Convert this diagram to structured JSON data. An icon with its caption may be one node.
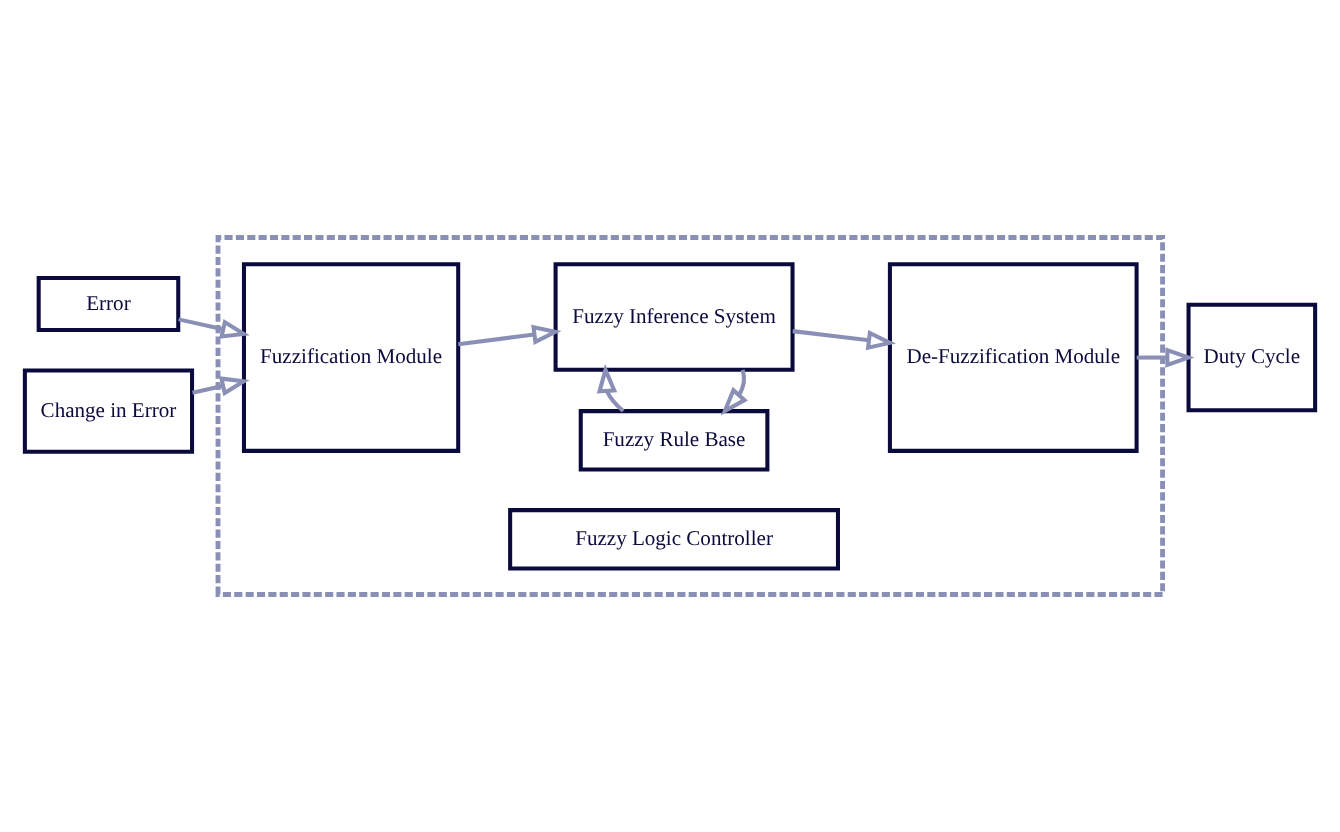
{
  "diagram": {
    "nodes": [
      {
        "text": [
          "Error"
        ]
      },
      {
        "text": [
          "Change in Error"
        ]
      },
      {
        "text": [],
        "shape": "box"
      },
      {
        "text": [
          "Fuzzification Module"
        ],
        "in": 2
      },
      {
        "text": [
          "Fuzzy Inference System"
        ],
        "in": 2
      },
      {
        "text": [
          "De-Fuzzification Module"
        ],
        "in": 2
      },
      {
        "text": [
          "Fuzzy Rule Base"
        ],
        "in": 2
      },
      {
        "text": [
          "Fuzzy Logic Controller"
        ],
        "in": 2
      },
      {
        "text": [
          "Duty Cycle"
        ]
      }
    ],
    "edges": [
      {
        "from": 0,
        "to": 3,
        "arrow": "to"
      },
      {
        "from": 1,
        "to": 3,
        "arrow": "to"
      },
      {
        "from": 3,
        "to": 4,
        "arrow": "to"
      },
      {
        "from": 4,
        "to": 5,
        "arrow": "to"
      },
      {
        "from": 4,
        "to": 6,
        "arrow": "to"
      },
      {
        "from": 6,
        "to": 4,
        "arrow": "to"
      },
      {
        "from": 5,
        "to": 8,
        "arrow": "to"
      }
    ]
  }
}
